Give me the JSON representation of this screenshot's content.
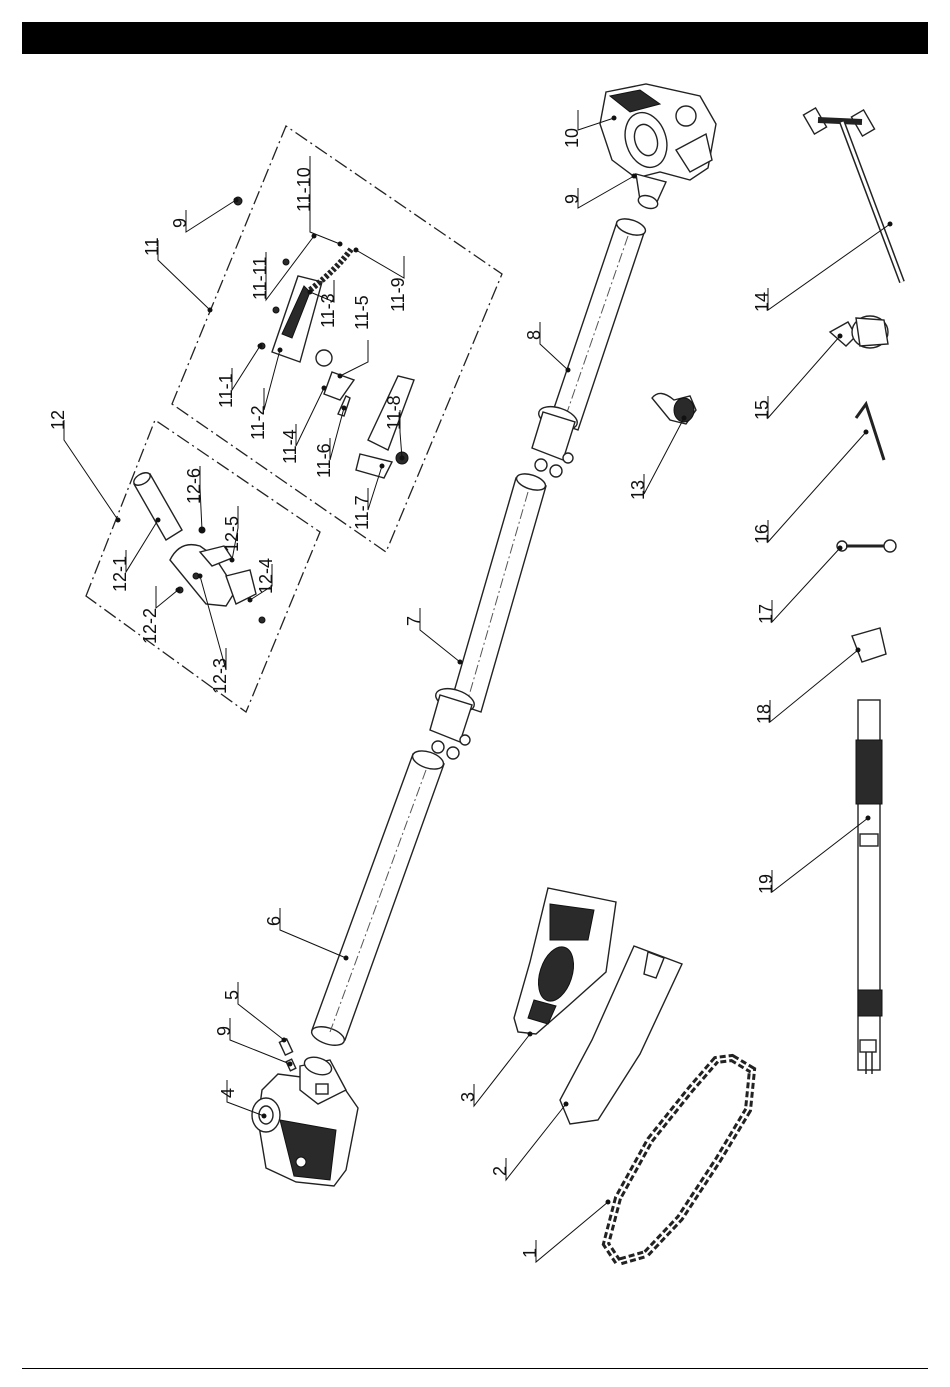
{
  "diagram": {
    "callouts": [
      {
        "id": "c1",
        "text": "1"
      },
      {
        "id": "c2",
        "text": "2"
      },
      {
        "id": "c3",
        "text": "3"
      },
      {
        "id": "c4",
        "text": "4"
      },
      {
        "id": "c5",
        "text": "5"
      },
      {
        "id": "c6",
        "text": "6"
      },
      {
        "id": "c7",
        "text": "7"
      },
      {
        "id": "c8",
        "text": "8"
      },
      {
        "id": "c9a",
        "text": "9"
      },
      {
        "id": "c9b",
        "text": "9"
      },
      {
        "id": "c9c",
        "text": "9"
      },
      {
        "id": "c10",
        "text": "10"
      },
      {
        "id": "c11",
        "text": "11"
      },
      {
        "id": "c11_1",
        "text": "11-1"
      },
      {
        "id": "c11_2",
        "text": "11-2"
      },
      {
        "id": "c11_3",
        "text": "11-3"
      },
      {
        "id": "c11_4",
        "text": "11-4"
      },
      {
        "id": "c11_5",
        "text": "11-5"
      },
      {
        "id": "c11_6",
        "text": "11-6"
      },
      {
        "id": "c11_7",
        "text": "11-7"
      },
      {
        "id": "c11_8",
        "text": "11-8"
      },
      {
        "id": "c11_9",
        "text": "11-9"
      },
      {
        "id": "c11_10",
        "text": "11-10"
      },
      {
        "id": "c11_11",
        "text": "11-11"
      },
      {
        "id": "c12",
        "text": "12"
      },
      {
        "id": "c12_1",
        "text": "12-1"
      },
      {
        "id": "c12_2",
        "text": "12-2"
      },
      {
        "id": "c12_3",
        "text": "12-3"
      },
      {
        "id": "c12_4",
        "text": "12-4"
      },
      {
        "id": "c12_5",
        "text": "12-5"
      },
      {
        "id": "c12_6",
        "text": "12-6"
      },
      {
        "id": "c13",
        "text": "13"
      },
      {
        "id": "c14",
        "text": "14"
      },
      {
        "id": "c15",
        "text": "15"
      },
      {
        "id": "c16",
        "text": "16"
      },
      {
        "id": "c17",
        "text": "17"
      },
      {
        "id": "c18",
        "text": "18"
      },
      {
        "id": "c19",
        "text": "19"
      }
    ]
  }
}
